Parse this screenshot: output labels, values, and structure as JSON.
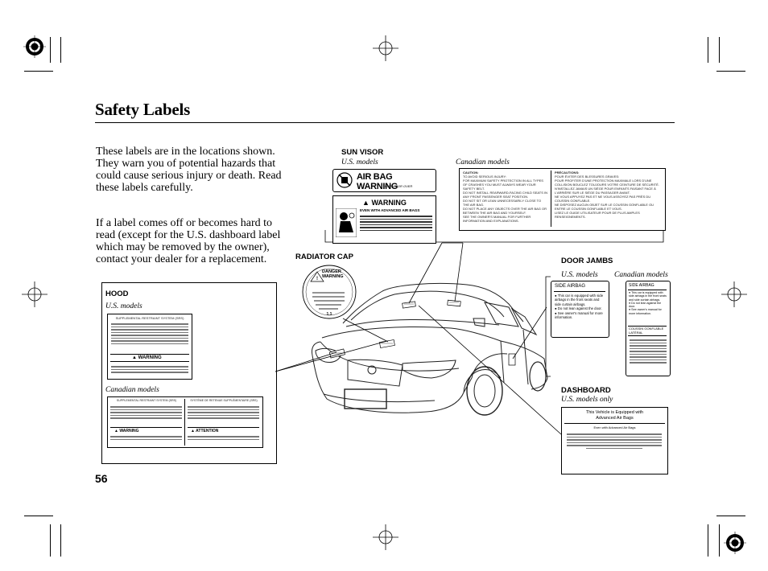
{
  "page": {
    "title": "Safety Labels",
    "number": "56"
  },
  "text": {
    "para1": "These labels are in the locations shown. They warn you of potential hazards that could cause serious injury or death. Read these labels carefully.",
    "para2": "If a label comes off or becomes hard to read (except for the U.S. dashboard label which may be removed by the owner), contact your dealer for a replacement."
  },
  "labels": {
    "sun_visor": {
      "title": "SUN VISOR",
      "us": "U.S. models",
      "canadian": "Canadian models",
      "banner": "AIR BAG WARNING",
      "banner_sub": "FLIP VISOR OVER",
      "warning": "WARNING",
      "warning_sub": "EVEN WITH ADVANCED AIR BAGS",
      "caution_title": "CAUTION:",
      "caution_lines": [
        "TO AVOID SERIOUS INJURY:",
        "FOR MAXIMUM SAFETY PROTECTION IN ALL TYPES OF CRASHES YOU MUST ALWAYS WEAR YOUR SAFETY BELT.",
        "DO NOT INSTALL REARWARD-FACING CHILD SEATS IN ANY FRONT PASSENGER SEAT POSITION.",
        "DO NOT SIT OR LEAN UNNECESSARILY CLOSE TO THE AIR BAG.",
        "DO NOT PLACE ANY OBJECTS OVER THE AIR BAG OR BETWEEN THE AIR BAG AND YOURSELF.",
        "SEE THE OWNER'S MANUAL FOR FURTHER INFORMATION AND EXPLANATIONS."
      ],
      "precautions_title": "PRÉCAUTIONS:",
      "precautions_lines": [
        "POUR ÉVITER DES BLESSURES GRAVES:",
        "POUR PROFITER D'UNE PROTECTION MAXIMALE LORS D'UNE COLLISION BOUCLEZ TOUJOURS VOTRE CEINTURE DE SÉCURITÉ.",
        "N'INSTALLEZ JAMAIS UN SIÈGE POUR ENFANTS FAISANT FACE À L'ARRIÈRE SUR LE SIÈGE DU PASSAGER AVANT.",
        "NE VOUS APPUYEZ PAS ET NE VOUS ASSOYEZ PAS PRÈS DU COUSSIN GONFLABLE.",
        "NE DISPOSEZ AUCUN OBJET SUR LE COUSSIN GONFLABLE OU ENTRE LE COUSSIN GONFLABLE ET VOUS.",
        "LISEZ LE GUIDE UTILISATEUR POUR DE PLUS AMPLES RENSEIGNEMENTS."
      ]
    },
    "radiator_cap": {
      "title": "RADIATOR CAP",
      "danger": "DANGER",
      "warning": "WARNING"
    },
    "door_jambs": {
      "title": "DOOR JAMBS",
      "us": "U.S. models",
      "canadian": "Canadian models",
      "us_head": "SIDE AIRBAG",
      "us_lines": [
        "This car is equipped with side airbags in the front seats and side curtain airbags.",
        "Do not lean against the door.",
        "See owner's manual for more information."
      ],
      "ca_head": "SIDE AIRBAG",
      "ca_lines": [
        "This car is equipped with side airbags in the front seats and side curtain airbags.",
        "Do not lean against the door.",
        "See owner's manual for more information."
      ],
      "ca_head2": "COUSSIN GONFLABLE LATÉRAL"
    },
    "hood": {
      "title": "HOOD",
      "us": "U.S. models",
      "canadian": "Canadian models",
      "us_head": "SUPPLEMENTAL RESTRAINT SYSTEM (SRS)",
      "us_warning": "WARNING",
      "ca_head_en": "SUPPLEMENTAL RESTRAINT SYSTEM (SRS)",
      "ca_head_fr": "SYSTÈME DE RETENUE SUPPLÉMENTAIRE (SRS)",
      "ca_warning": "WARNING",
      "ca_attention": "ATTENTION"
    },
    "dashboard": {
      "title": "DASHBOARD",
      "us": "U.S. models only",
      "head1": "This Vehicle is Equipped with",
      "head2": "Advanced Air Bags",
      "line1": "Even with Advanced Air Bags"
    }
  }
}
